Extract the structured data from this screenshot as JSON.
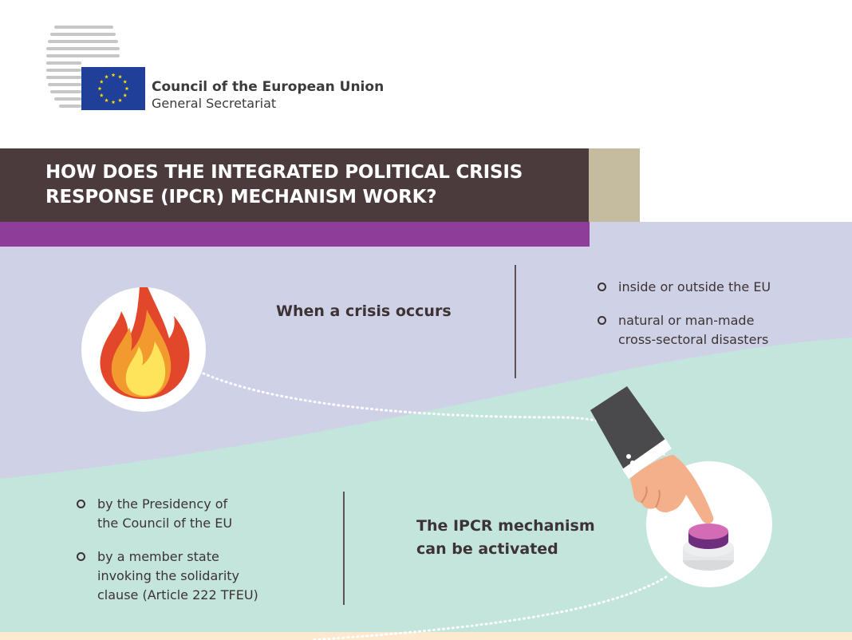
{
  "header": {
    "org_name": "Council of the European Union",
    "org_unit": "General Secretariat"
  },
  "title": {
    "line1": "HOW DOES THE INTEGRATED POLITICAL CRISIS",
    "line2": "RESPONSE (IPCR) MECHANISM WORK?"
  },
  "step1": {
    "heading": "When a crisis occurs",
    "bullets": [
      {
        "line1": "inside or outside the EU",
        "line2": ""
      },
      {
        "line1": "natural or man-made",
        "line2": "cross-sectoral disasters"
      }
    ]
  },
  "step2": {
    "heading_line1": "The IPCR mechanism",
    "heading_line2": "can be activated",
    "bullets": [
      {
        "line1": "by the Presidency of",
        "line2": "the Council of the EU",
        "line3": ""
      },
      {
        "line1": "by a member state",
        "line2": "invoking the solidarity",
        "line3": "clause (Article 222 TFEU)"
      }
    ]
  },
  "icons": [
    "eu-flag-icon",
    "council-building-logo-icon",
    "fire-icon",
    "hand-pressing-button-icon"
  ],
  "colors": {
    "title_bar": "#4b3b3c",
    "title_accent": "#c5bca0",
    "purple_bar": "#8e3e98",
    "lavender_bg": "#cfd1e6",
    "mint_bg": "#c3e5dc",
    "peach_bg": "#fde9cf",
    "eu_blue": "#1f3f99",
    "eu_gold": "#ffdd00"
  }
}
